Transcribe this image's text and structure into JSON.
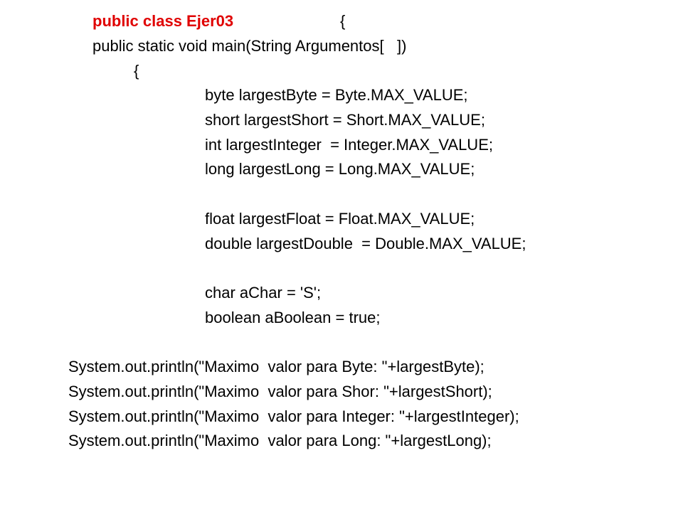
{
  "colors": {
    "title_text": "#e00000",
    "body_text": "#000000",
    "background": "#ffffff"
  },
  "code": {
    "class_decl": "public class Ejer03",
    "class_brace": "{",
    "main_sig": "public static void main(String Argumentos[   ])",
    "main_brace": "{",
    "var_byte": "byte largestByte = Byte.MAX_VALUE;",
    "var_short": "short largestShort = Short.MAX_VALUE;",
    "var_int": "int largestInteger  = Integer.MAX_VALUE;",
    "var_long": "long largestLong = Long.MAX_VALUE;",
    "var_float": "float largestFloat = Float.MAX_VALUE;",
    "var_double": "double largestDouble  = Double.MAX_VALUE;",
    "var_char": "char aChar = 'S';",
    "var_boolean": "boolean aBoolean = true;",
    "print_byte": "System.out.println(\"Maximo  valor para Byte: \"+largestByte);",
    "print_short": "System.out.println(\"Maximo  valor para Shor: \"+largestShort);",
    "print_int": "System.out.println(\"Maximo  valor para Integer: \"+largestInteger);",
    "print_long": "System.out.println(\"Maximo  valor para Long: \"+largestLong);"
  }
}
